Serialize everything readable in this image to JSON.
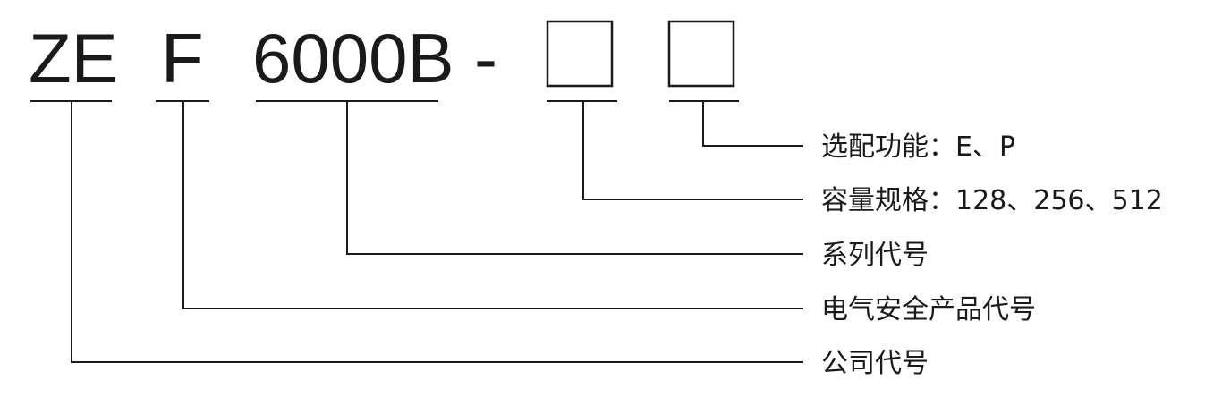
{
  "code": {
    "company": "ZE",
    "product": "F",
    "series": "6000B",
    "dash": "-"
  },
  "labels": {
    "optional": "选配功能：E、P",
    "capacity": "容量规格：128、256、512",
    "series": "系列代号",
    "product": "电气安全产品代号",
    "company": "公司代号"
  }
}
